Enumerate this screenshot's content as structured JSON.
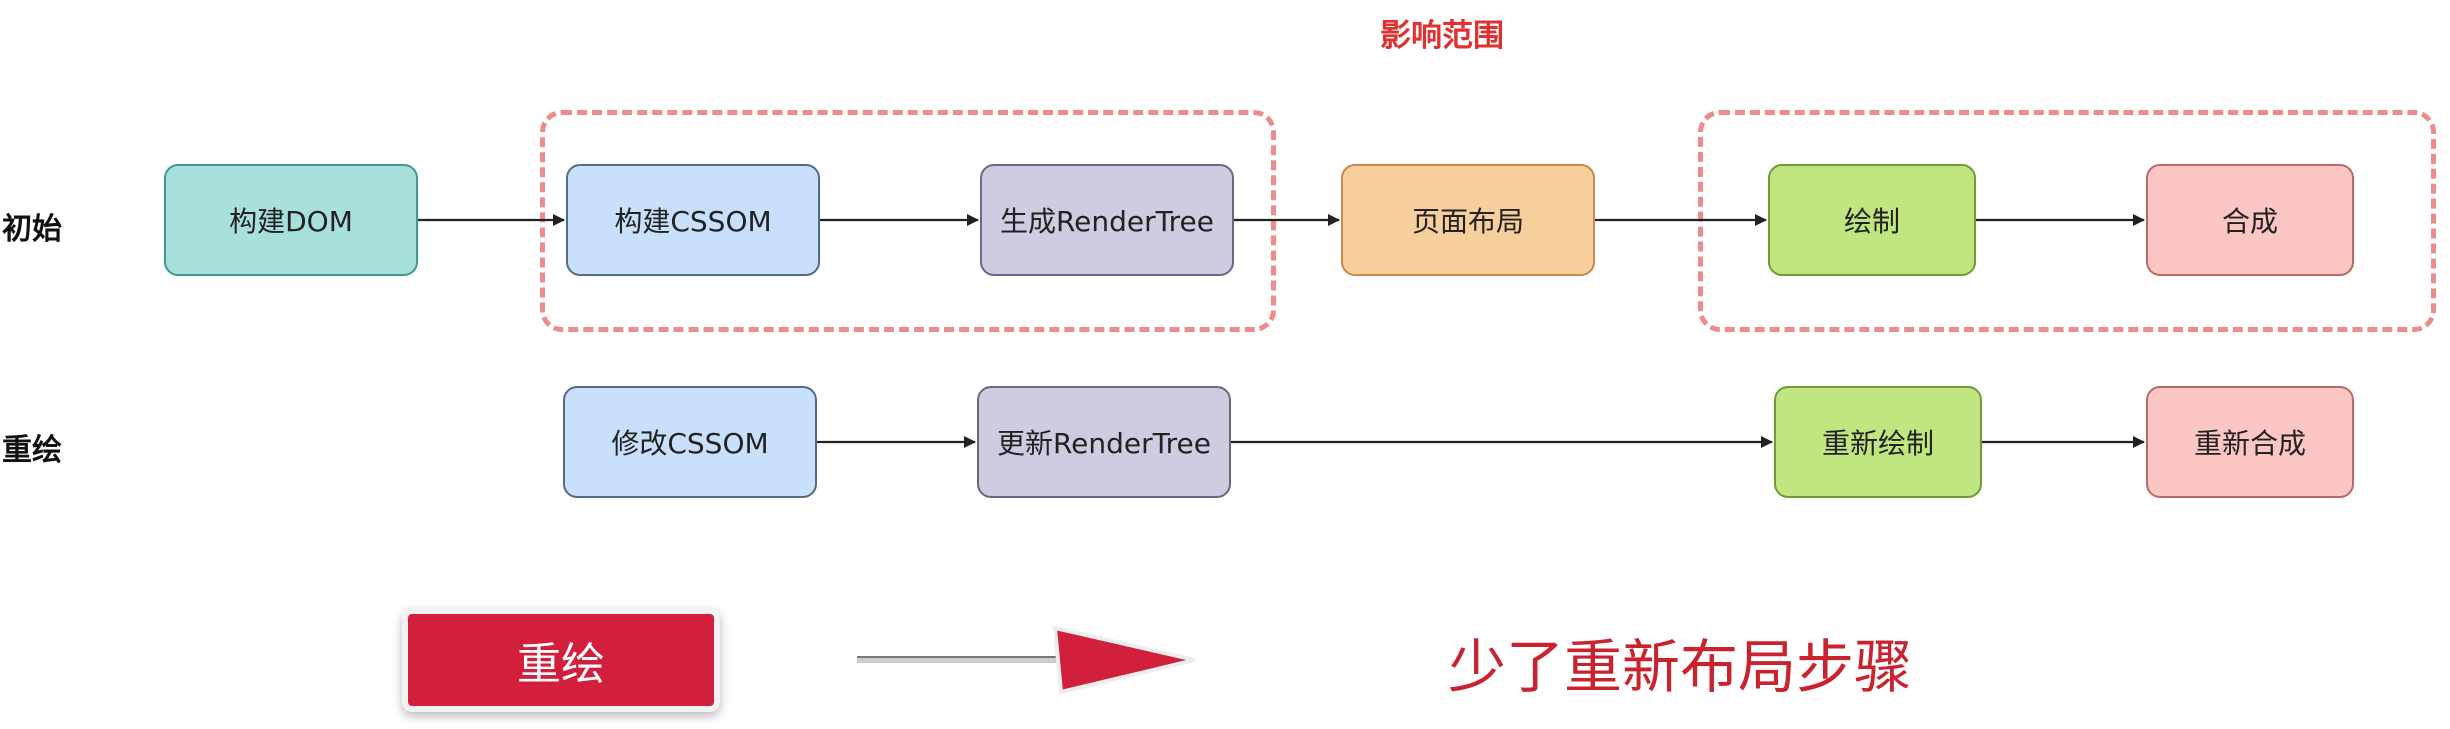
{
  "scope_title": "影响范围",
  "rows": {
    "initial_label": "初始",
    "repaint_label": "重绘"
  },
  "initial_nodes": [
    {
      "label": "构建DOM",
      "color": "#a8e0dc",
      "border": "#3f9a93"
    },
    {
      "label": "构建CSSOM",
      "color": "#c8e0fb",
      "border": "#556a85"
    },
    {
      "label": "生成RenderTree",
      "color": "#cfcbe0",
      "border": "#6b6686"
    },
    {
      "label": "页面布局",
      "color": "#f7cf9c",
      "border": "#c98b47"
    },
    {
      "label": "绘制",
      "color": "#c1e57f",
      "border": "#6f9a37"
    },
    {
      "label": "合成",
      "color": "#fbc6c4",
      "border": "#b96a67"
    }
  ],
  "repaint_nodes": [
    {
      "label": "修改CSSOM",
      "color": "#c8e0fb",
      "border": "#556a85"
    },
    {
      "label": "更新RenderTree",
      "color": "#cfcbe0",
      "border": "#6b6686"
    },
    {
      "label": "重新绘制",
      "color": "#c1e57f",
      "border": "#6f9a37"
    },
    {
      "label": "重新合成",
      "color": "#fbc6c4",
      "border": "#b96a67"
    }
  ],
  "callout": {
    "button_label": "重绘",
    "note": "少了重新布局步骤"
  }
}
